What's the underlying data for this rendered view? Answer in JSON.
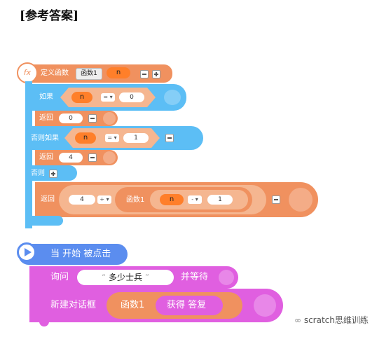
{
  "heading": "[参考答案]",
  "define_block": {
    "icon_label": "fx",
    "define_label": "定义函数",
    "func_name": "函数1",
    "param": "n"
  },
  "if_block": {
    "if_label": "如果",
    "var": "n",
    "op": "=",
    "value": "0"
  },
  "return1": {
    "label": "返回",
    "value": "0"
  },
  "elseif_block": {
    "label": "否则如果",
    "var": "n",
    "op": "=",
    "value": "1"
  },
  "return2": {
    "label": "返回",
    "value": "4"
  },
  "else_block": {
    "label": "否则"
  },
  "return3": {
    "label": "返回",
    "left_value": "4",
    "op_plus": "+",
    "func_name": "函数1",
    "var": "n",
    "op_minus": "-",
    "sub_value": "1"
  },
  "event_block": {
    "label": "当 开始 被点击"
  },
  "ask_block": {
    "label": "询问",
    "question": "多少士兵",
    "suffix": "并等待"
  },
  "dialog_block": {
    "label": "新建对话框",
    "func_name": "函数1",
    "answer": "获得 答复"
  },
  "watermark": "scratch思维训练",
  "colors": {
    "define": "#f0915f",
    "control": "#5cbef5",
    "event": "#5b8def",
    "sensing": "#e05fe0"
  }
}
